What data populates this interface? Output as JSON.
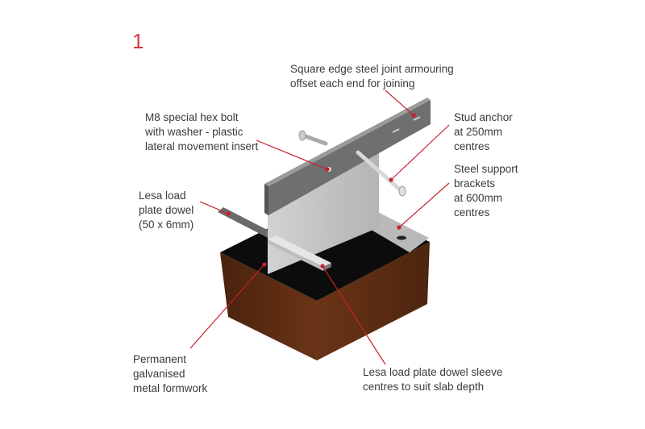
{
  "figure_number": "1",
  "colors": {
    "accent": "#c8202e",
    "label_text": "#3a3a3a",
    "block_side": "#5a2a12",
    "block_top": "#0c0c0c",
    "steel_dark": "#6b6b6b",
    "steel_light": "#c9c9c9"
  },
  "labels": {
    "armouring": [
      "Square edge steel joint armouring",
      "offset each end for joining"
    ],
    "bolt": [
      "M8 special hex bolt",
      "with washer - plastic",
      "lateral movement insert"
    ],
    "stud": [
      "Stud anchor",
      "at 250mm",
      "centres"
    ],
    "bracket": [
      "Steel support",
      "brackets",
      "at 600mm",
      "centres"
    ],
    "dowel": [
      "Lesa load",
      "plate dowel",
      "(50 x 6mm)"
    ],
    "formwork": [
      "Permanent",
      "galvanised",
      "metal formwork"
    ],
    "sleeve": [
      "Lesa load plate dowel sleeve",
      "centres to suit slab depth"
    ]
  }
}
